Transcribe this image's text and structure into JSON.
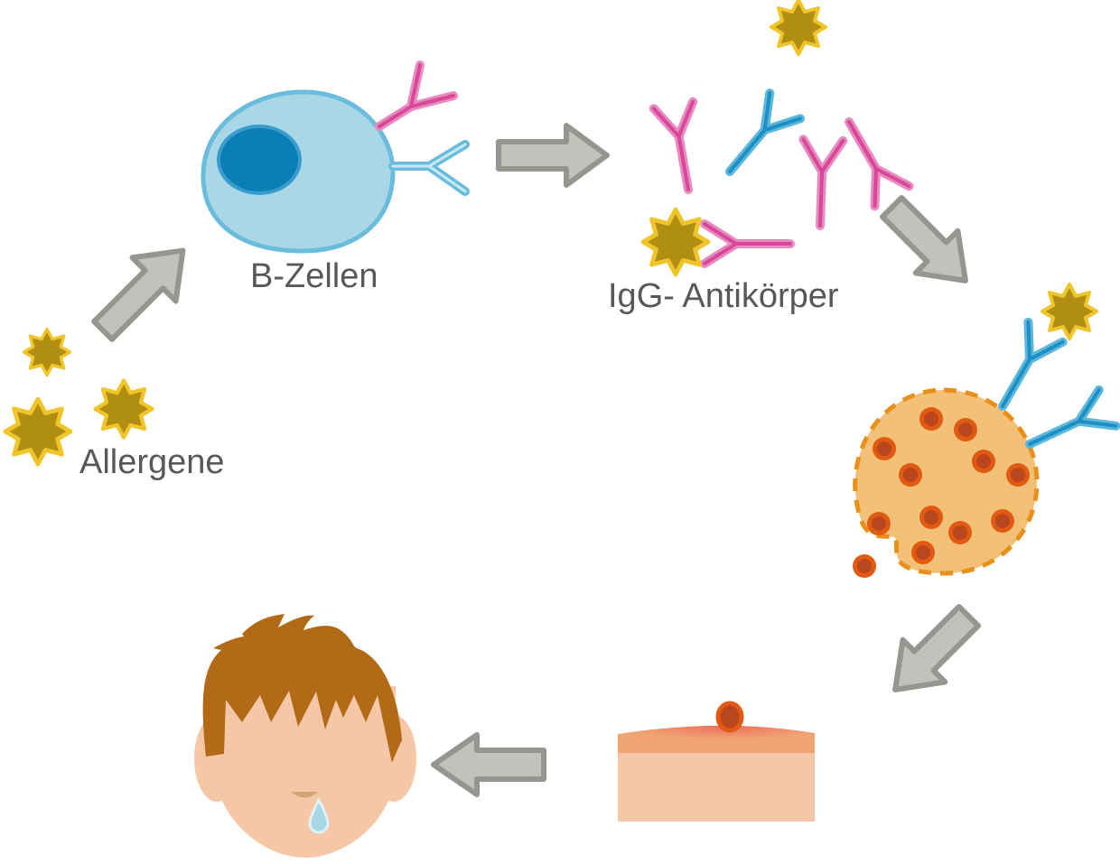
{
  "diagram": {
    "title": "",
    "labels": {
      "allergens": "Allergene",
      "b_cells": "B-Zellen",
      "antibodies": "IgG- Antikörper"
    },
    "steps": [
      {
        "id": "allergens",
        "label": "Allergene"
      },
      {
        "id": "b-cells",
        "label": "B-Zellen"
      },
      {
        "id": "igg-antibodies",
        "label": "IgG- Antikörper"
      },
      {
        "id": "mast-cell-degranulation",
        "label": ""
      },
      {
        "id": "skin-reaction",
        "label": ""
      },
      {
        "id": "symptoms-face",
        "label": ""
      }
    ],
    "colors": {
      "allergen_fill": "#b08e12",
      "allergen_outline": "#f0c52c",
      "b_cell_fill": "#a9d7e6",
      "b_cell_outline": "#6abcdc",
      "nucleus": "#0a7fb5",
      "antibody_pink": "#d9479b",
      "antibody_blue": "#2b9fcf",
      "mast_cell": "#f2c077",
      "granule": "#e25a12",
      "skin_top": "#f0a474",
      "skin": "#f6c7a7",
      "hair": "#b26a16",
      "arrow": "#c0c2bd"
    }
  }
}
